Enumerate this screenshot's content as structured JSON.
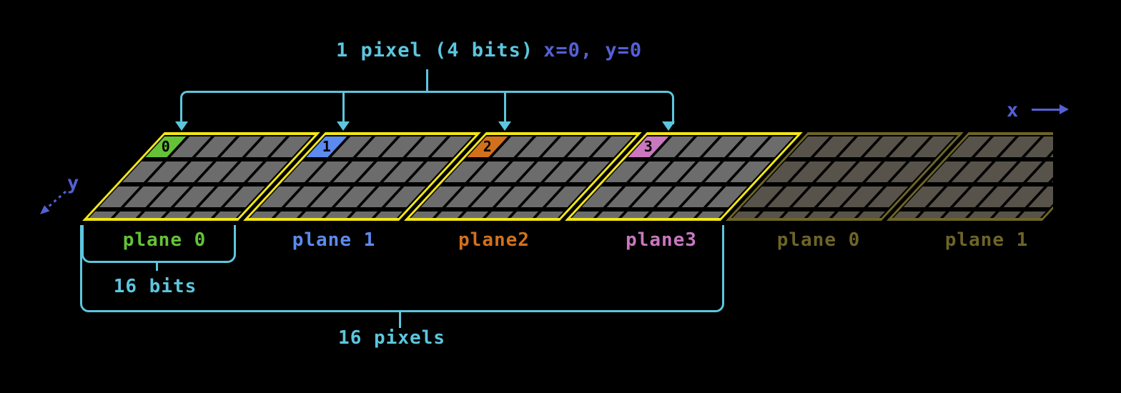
{
  "title": {
    "pixel_part": "1 pixel (4 bits)",
    "coord_part": "x=0, y=0"
  },
  "axes": {
    "x": "x",
    "y": "y"
  },
  "planes": [
    {
      "label": "plane 0",
      "bit": "0",
      "color_key": "green",
      "dim": false
    },
    {
      "label": "plane 1",
      "bit": "1",
      "color_key": "blue",
      "dim": false
    },
    {
      "label": "plane2",
      "bit": "2",
      "color_key": "orange",
      "dim": false
    },
    {
      "label": "plane3",
      "bit": "3",
      "color_key": "pink",
      "dim": false
    },
    {
      "label": "plane 0",
      "bit": null,
      "color_key": null,
      "dim": true
    },
    {
      "label": "plane 1",
      "bit": null,
      "color_key": null,
      "dim": true
    }
  ],
  "annotations": {
    "bits": "16 bits",
    "pixels": "16 pixels"
  },
  "colors": {
    "background": "#000000",
    "cyan": "#5cc6de",
    "indigo": "#5560d5",
    "yellow": "#f2e616",
    "green": "#65c238",
    "blue": "#5c8aee",
    "orange": "#d2711c",
    "pink": "#c977be",
    "cell_gray": "#6c6c6c",
    "dim_cell_gray": "#58534a",
    "dim_olive": "#6d6428"
  }
}
